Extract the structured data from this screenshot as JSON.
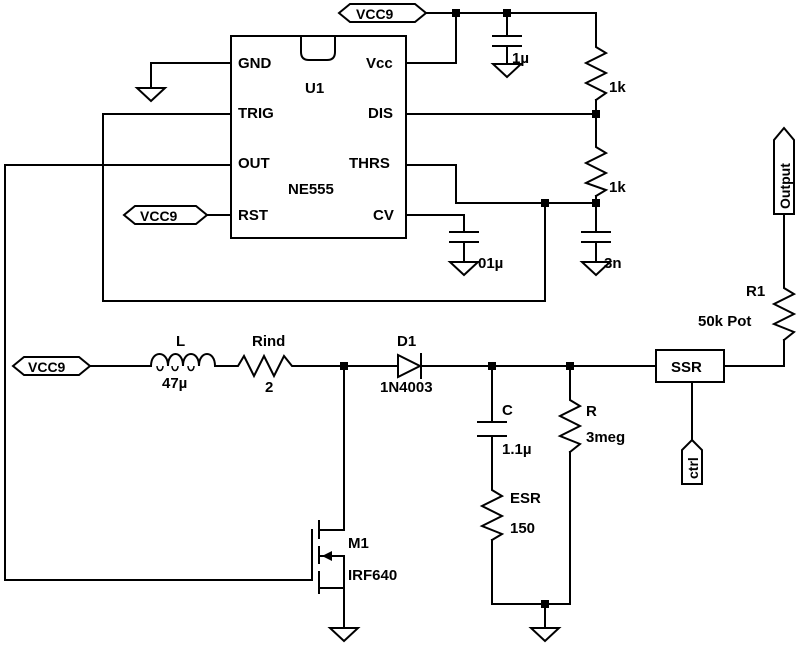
{
  "ic": {
    "name": "U1",
    "part": "NE555",
    "pins": {
      "gnd": "GND",
      "vcc": "Vcc",
      "trig": "TRIG",
      "dis": "DIS",
      "out": "OUT",
      "thrs": "THRS",
      "rst": "RST",
      "cv": "CV"
    }
  },
  "net_labels": {
    "vcc_top": "VCC9",
    "vcc_rst": "VCC9",
    "vcc_left": "VCC9",
    "output": "Output",
    "ctrl": "ctrl"
  },
  "components": {
    "cap_bypass": "1µ",
    "res_top": "1k",
    "res_mid": "1k",
    "cap_timing": "3n",
    "cap_cv": "01µ",
    "inductor_name": "L",
    "inductor_value": "47µ",
    "rind_name": "Rind",
    "rind_value": "2",
    "diode_name": "D1",
    "diode_part": "1N4003",
    "cap_out_name": "C",
    "cap_out_value": "1.1µ",
    "esr_name": "ESR",
    "esr_value": "150",
    "r_load_name": "R",
    "r_load_value": "3meg",
    "mosfet_name": "M1",
    "mosfet_part": "IRF640",
    "ssr_label": "SSR",
    "pot_name": "R1",
    "pot_value": "50k Pot"
  }
}
